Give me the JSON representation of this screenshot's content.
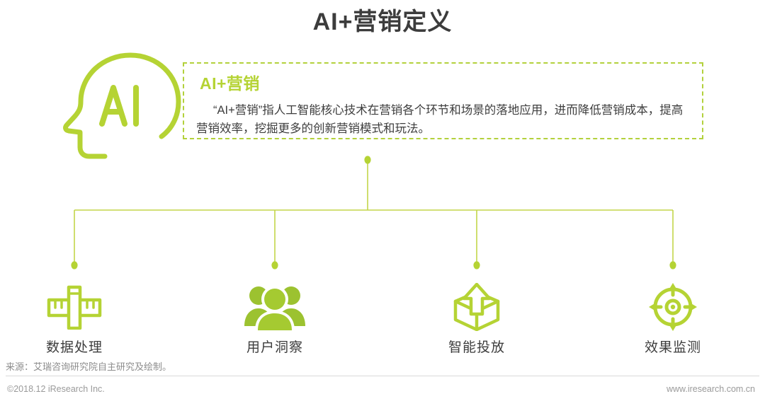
{
  "page": {
    "title": "AI+营销定义",
    "accent_color": "#b5d334",
    "line_color": "#c3d64a",
    "text_color": "#3d3d3d",
    "background": "#ffffff"
  },
  "logo": {
    "name": "ai-head-logo",
    "letters": "AI"
  },
  "definition": {
    "heading": "AI+营销",
    "body": "“AI+营销”指人工智能核心技术在营销各个环节和场景的落地应用，进而降低营销成本，提高营销效率，挖掘更多的创新营销模式和玩法。"
  },
  "nodes": [
    {
      "label": "数据处理",
      "icon": "ruler-data-icon"
    },
    {
      "label": "用户洞察",
      "icon": "users-group-icon"
    },
    {
      "label": "智能投放",
      "icon": "box-arrow-up-icon"
    },
    {
      "label": "效果监测",
      "icon": "target-crosshair-icon"
    }
  ],
  "source": {
    "note": "来源：艾瑞咨询研究院自主研究及绘制。"
  },
  "footer": {
    "copyright": "©2018.12 iResearch Inc.",
    "website": "www.iresearch.com.cn"
  }
}
